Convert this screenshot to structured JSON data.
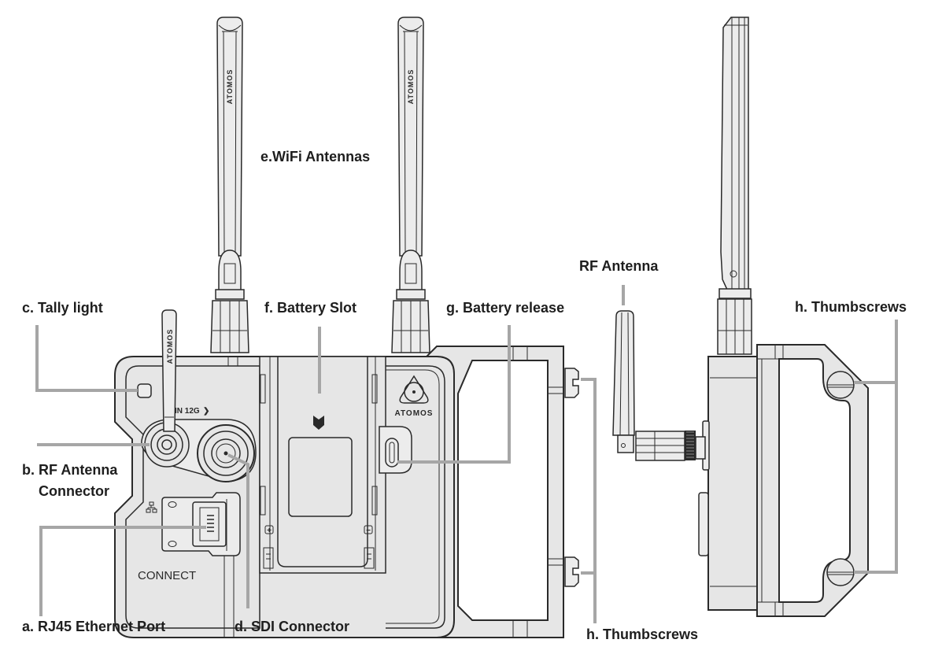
{
  "diagram": {
    "device_branding": "ATOMOS",
    "device_model_label": "CONNECT",
    "port_label": "IN 12G",
    "port_arrow": "❯",
    "labels": {
      "tally_light": "c. Tally light",
      "rf_antenna_connector_line1": "b. RF Antenna",
      "rf_antenna_connector_line2": "Connector",
      "rj45_ethernet_port": "a. RJ45 Ethernet Port",
      "sdi_connector": "d. SDI Connector",
      "wifi_antennas": "e.WiFi Antennas",
      "battery_slot": "f. Battery Slot",
      "battery_release": "g. Battery release",
      "rf_antenna": "RF Antenna",
      "thumbscrews_side": "h. Thumbscrews",
      "thumbscrews_front": "h. Thumbscrews"
    },
    "icons": {
      "network": "network-icon",
      "plus": "+",
      "minus": "−",
      "battery_arrow": "chevron-down-icon",
      "atomos_logo": "atomos-logo-icon"
    },
    "colors": {
      "outline": "#2a2a2a",
      "body": "#e6e6e6",
      "leader": "#a6a6a6",
      "label": "#1e1e1e"
    }
  }
}
